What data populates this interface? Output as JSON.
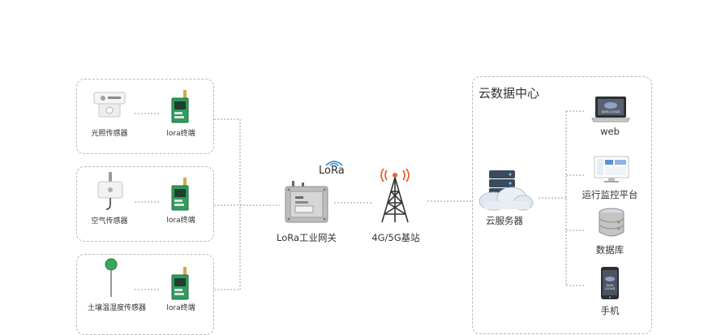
{
  "sensors": [
    {
      "label": "光照传感器"
    },
    {
      "label": "空气传感器"
    },
    {
      "label": "土壤温湿度传感器"
    }
  ],
  "node_label": "lora终端",
  "lora_badge": "LoRa",
  "gateway_label": "LoRa工业网关",
  "base_station_label": "4G/5G基站",
  "datacenter_title": "云数据中心",
  "cloud_server_label": "云服务器",
  "laptop_screen_text": "DATA CLOUD",
  "phone_screen_text": "DATA CLOUD",
  "clients": [
    {
      "label": "web"
    },
    {
      "label": "运行监控平台"
    },
    {
      "label": "数据库"
    },
    {
      "label": "手机"
    }
  ],
  "colors": {
    "line": "#9a9a9a",
    "box_border": "#b8b8b8",
    "lora_blue": "#2f8fd8",
    "signal_orange": "#e8632a",
    "module_green": "#2f9c5c"
  }
}
